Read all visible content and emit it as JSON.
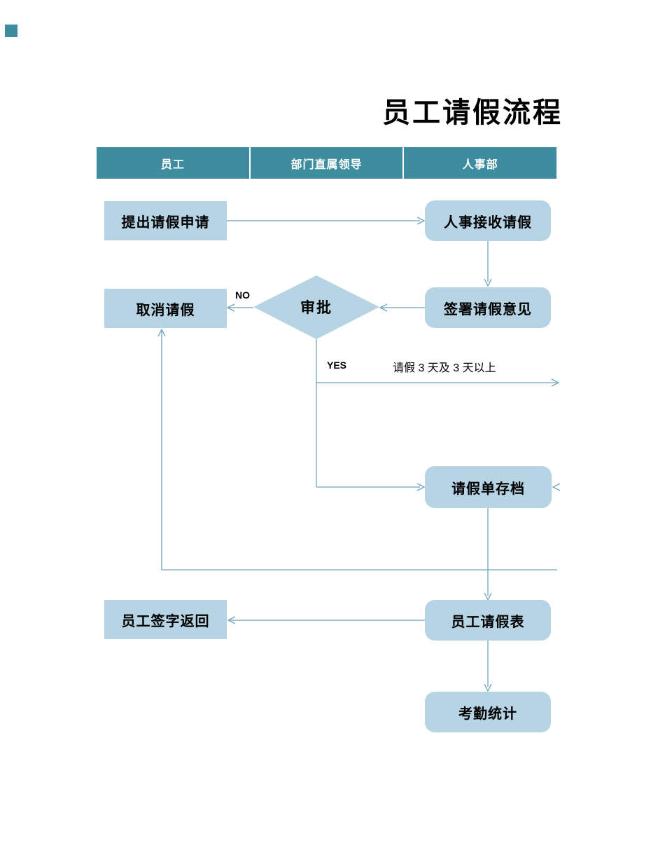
{
  "page": {
    "title": "员工请假流程"
  },
  "header": {
    "columns": [
      {
        "label": "员工"
      },
      {
        "label": "部门直属领导"
      },
      {
        "label": "人事部"
      }
    ]
  },
  "nodes": {
    "submit": {
      "label": "提出请假申请",
      "shape": "rect",
      "lane": "员工"
    },
    "hr_receive": {
      "label": "人事接收请假",
      "shape": "rounded",
      "lane": "人事部"
    },
    "cancel": {
      "label": "取消请假",
      "shape": "rect",
      "lane": "员工"
    },
    "approve": {
      "label": "审批",
      "shape": "diamond",
      "lane": "部门直属领导"
    },
    "sign_opinion": {
      "label": "签署请假意见",
      "shape": "rounded",
      "lane": "人事部"
    },
    "archive": {
      "label": "请假单存档",
      "shape": "rounded",
      "lane": "人事部"
    },
    "sign_return": {
      "label": "员工签字返回",
      "shape": "rect",
      "lane": "员工"
    },
    "leave_form": {
      "label": "员工请假表",
      "shape": "rounded",
      "lane": "人事部"
    },
    "attendance": {
      "label": "考勤统计",
      "shape": "rounded",
      "lane": "人事部"
    }
  },
  "edge_labels": {
    "no": "NO",
    "yes": "YES",
    "condition": "请假 3 天及 3 天以上"
  },
  "colors": {
    "header_bg": "#3e8c9f",
    "node_fill": "#b6d4e4",
    "line": "#6fa3bd",
    "header_text": "#ffffff",
    "node_text": "#000000"
  }
}
